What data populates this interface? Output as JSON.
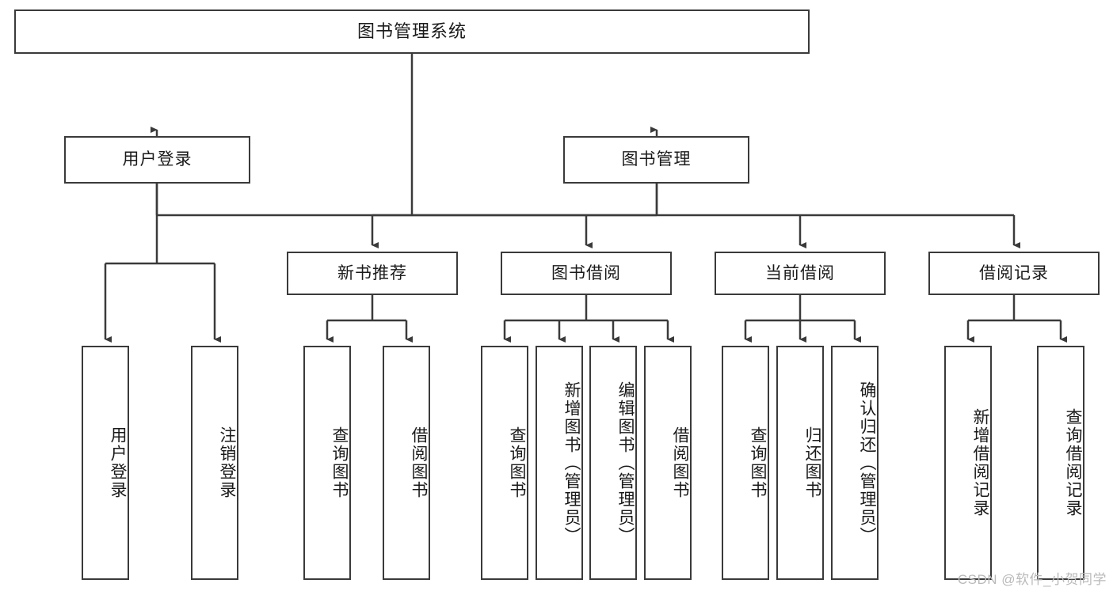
{
  "diagram": {
    "title": "图书管理系统",
    "type": "tree",
    "watermark": "CSDN @软件_小贺同学",
    "colors": {
      "box_border": "#3a3a3a",
      "box_fill": "#ffffff",
      "edge": "#3a3a3a",
      "text": "#1a1a1a",
      "watermark": "#b9b9b9",
      "background": "#ffffff"
    },
    "levels": {
      "level1": [
        {
          "id": "root",
          "label": "图书管理系统",
          "orientation": "horizontal"
        }
      ],
      "level2": [
        {
          "id": "user-login",
          "label": "用户登录",
          "orientation": "horizontal"
        },
        {
          "id": "book-manage",
          "label": "图书管理",
          "orientation": "horizontal"
        }
      ],
      "level3": [
        {
          "id": "new-book-rec",
          "label": "新书推荐",
          "orientation": "horizontal",
          "parent": "book-manage"
        },
        {
          "id": "book-borrow",
          "label": "图书借阅",
          "orientation": "horizontal",
          "parent": "book-manage"
        },
        {
          "id": "current-borrow",
          "label": "当前借阅",
          "orientation": "horizontal",
          "parent": "book-manage"
        },
        {
          "id": "borrow-record",
          "label": "借阅记录",
          "orientation": "horizontal",
          "parent": "book-manage"
        }
      ],
      "level4": [
        {
          "id": "leaf-user-login",
          "label": "用户登录",
          "orientation": "vertical",
          "parent": "user-login"
        },
        {
          "id": "leaf-user-logout",
          "label": "注销登录",
          "orientation": "vertical",
          "parent": "user-login"
        },
        {
          "id": "leaf-query-book-1",
          "label": "查询图书",
          "orientation": "vertical",
          "parent": "new-book-rec"
        },
        {
          "id": "leaf-borrow-book-1",
          "label": "借阅图书",
          "orientation": "vertical",
          "parent": "new-book-rec"
        },
        {
          "id": "leaf-query-book-2",
          "label": "查询图书",
          "orientation": "vertical",
          "parent": "book-borrow"
        },
        {
          "id": "leaf-add-book",
          "label": "新增图书（管理员）",
          "orientation": "vertical",
          "parent": "book-borrow"
        },
        {
          "id": "leaf-edit-book",
          "label": "编辑图书（管理员）",
          "orientation": "vertical",
          "parent": "book-borrow"
        },
        {
          "id": "leaf-borrow-book-2",
          "label": "借阅图书",
          "orientation": "vertical",
          "parent": "book-borrow"
        },
        {
          "id": "leaf-query-book-3",
          "label": "查询图书",
          "orientation": "vertical",
          "parent": "current-borrow"
        },
        {
          "id": "leaf-return-book",
          "label": "归还图书",
          "orientation": "vertical",
          "parent": "current-borrow"
        },
        {
          "id": "leaf-confirm-return",
          "label": "确认归还（管理员）",
          "orientation": "vertical",
          "parent": "current-borrow"
        },
        {
          "id": "leaf-add-record",
          "label": "新增借阅记录",
          "orientation": "vertical",
          "parent": "borrow-record"
        },
        {
          "id": "leaf-query-record",
          "label": "查询借阅记录",
          "orientation": "vertical",
          "parent": "borrow-record"
        }
      ]
    }
  }
}
